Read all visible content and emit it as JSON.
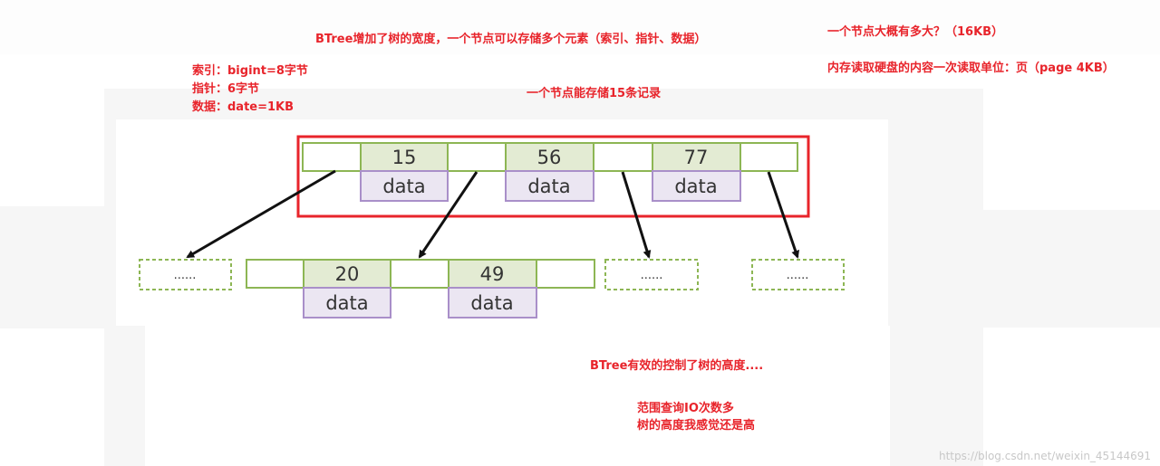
{
  "notes": {
    "title": "BTree增加了树的宽度，一个节点可以存储多个元素（索引、指针、数据）",
    "node_size_q": "一个节点大概有多大？（16KB）",
    "page_unit": "内存读取硬盘的内容一次读取单位：页（page 4KB）",
    "index_size": "索引：bigint=8字节",
    "pointer_size": "指针：6字节",
    "data_size": "数据：date=1KB",
    "records_per_node": "一个节点能存储15条记录",
    "height_control": "BTree有效的控制了树的高度....",
    "range_query": "范围查询IO次数多",
    "tree_height": "树的高度我感觉还是高"
  },
  "tree": {
    "root_keys": [
      "15",
      "56",
      "77"
    ],
    "child_keys": [
      "20",
      "49"
    ],
    "data_label": "data",
    "placeholder": "......"
  },
  "colors": {
    "annotation": "#e8242b",
    "key_fill": "#e3ebd3",
    "data_fill": "#ebe6f2",
    "node_border": "#8db654",
    "data_border": "#a98fc9",
    "arrow": "#111111"
  },
  "watermark": "https://blog.csdn.net/weixin_45144691"
}
